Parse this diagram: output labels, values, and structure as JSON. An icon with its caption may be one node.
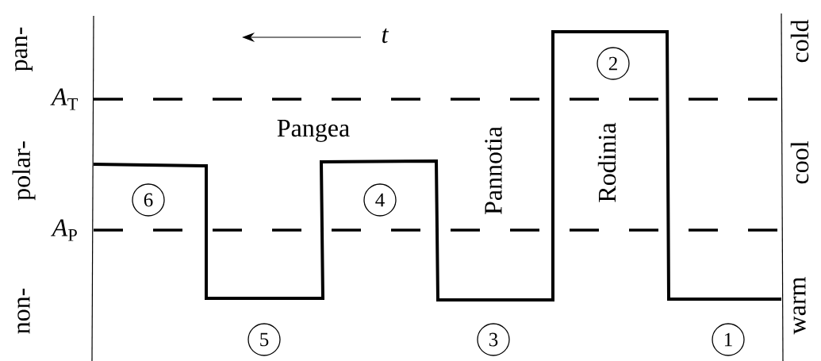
{
  "diagram": {
    "nodes": [
      {
        "text": [
          "2"
        ]
      },
      {
        "text": [
          "6"
        ]
      },
      {
        "text": [
          "4"
        ]
      },
      {
        "text": [
          "5"
        ]
      },
      {
        "text": [
          "3"
        ]
      },
      {
        "text": [
          "1"
        ]
      }
    ],
    "labels": [
      "pan-",
      "t",
      "cold",
      "*A*$_{T}$",
      "Pangea",
      "polar-",
      "Pannotia",
      "Rodinia",
      "cool",
      "*A*$_{P}$",
      "non-",
      "warm"
    ]
  }
}
